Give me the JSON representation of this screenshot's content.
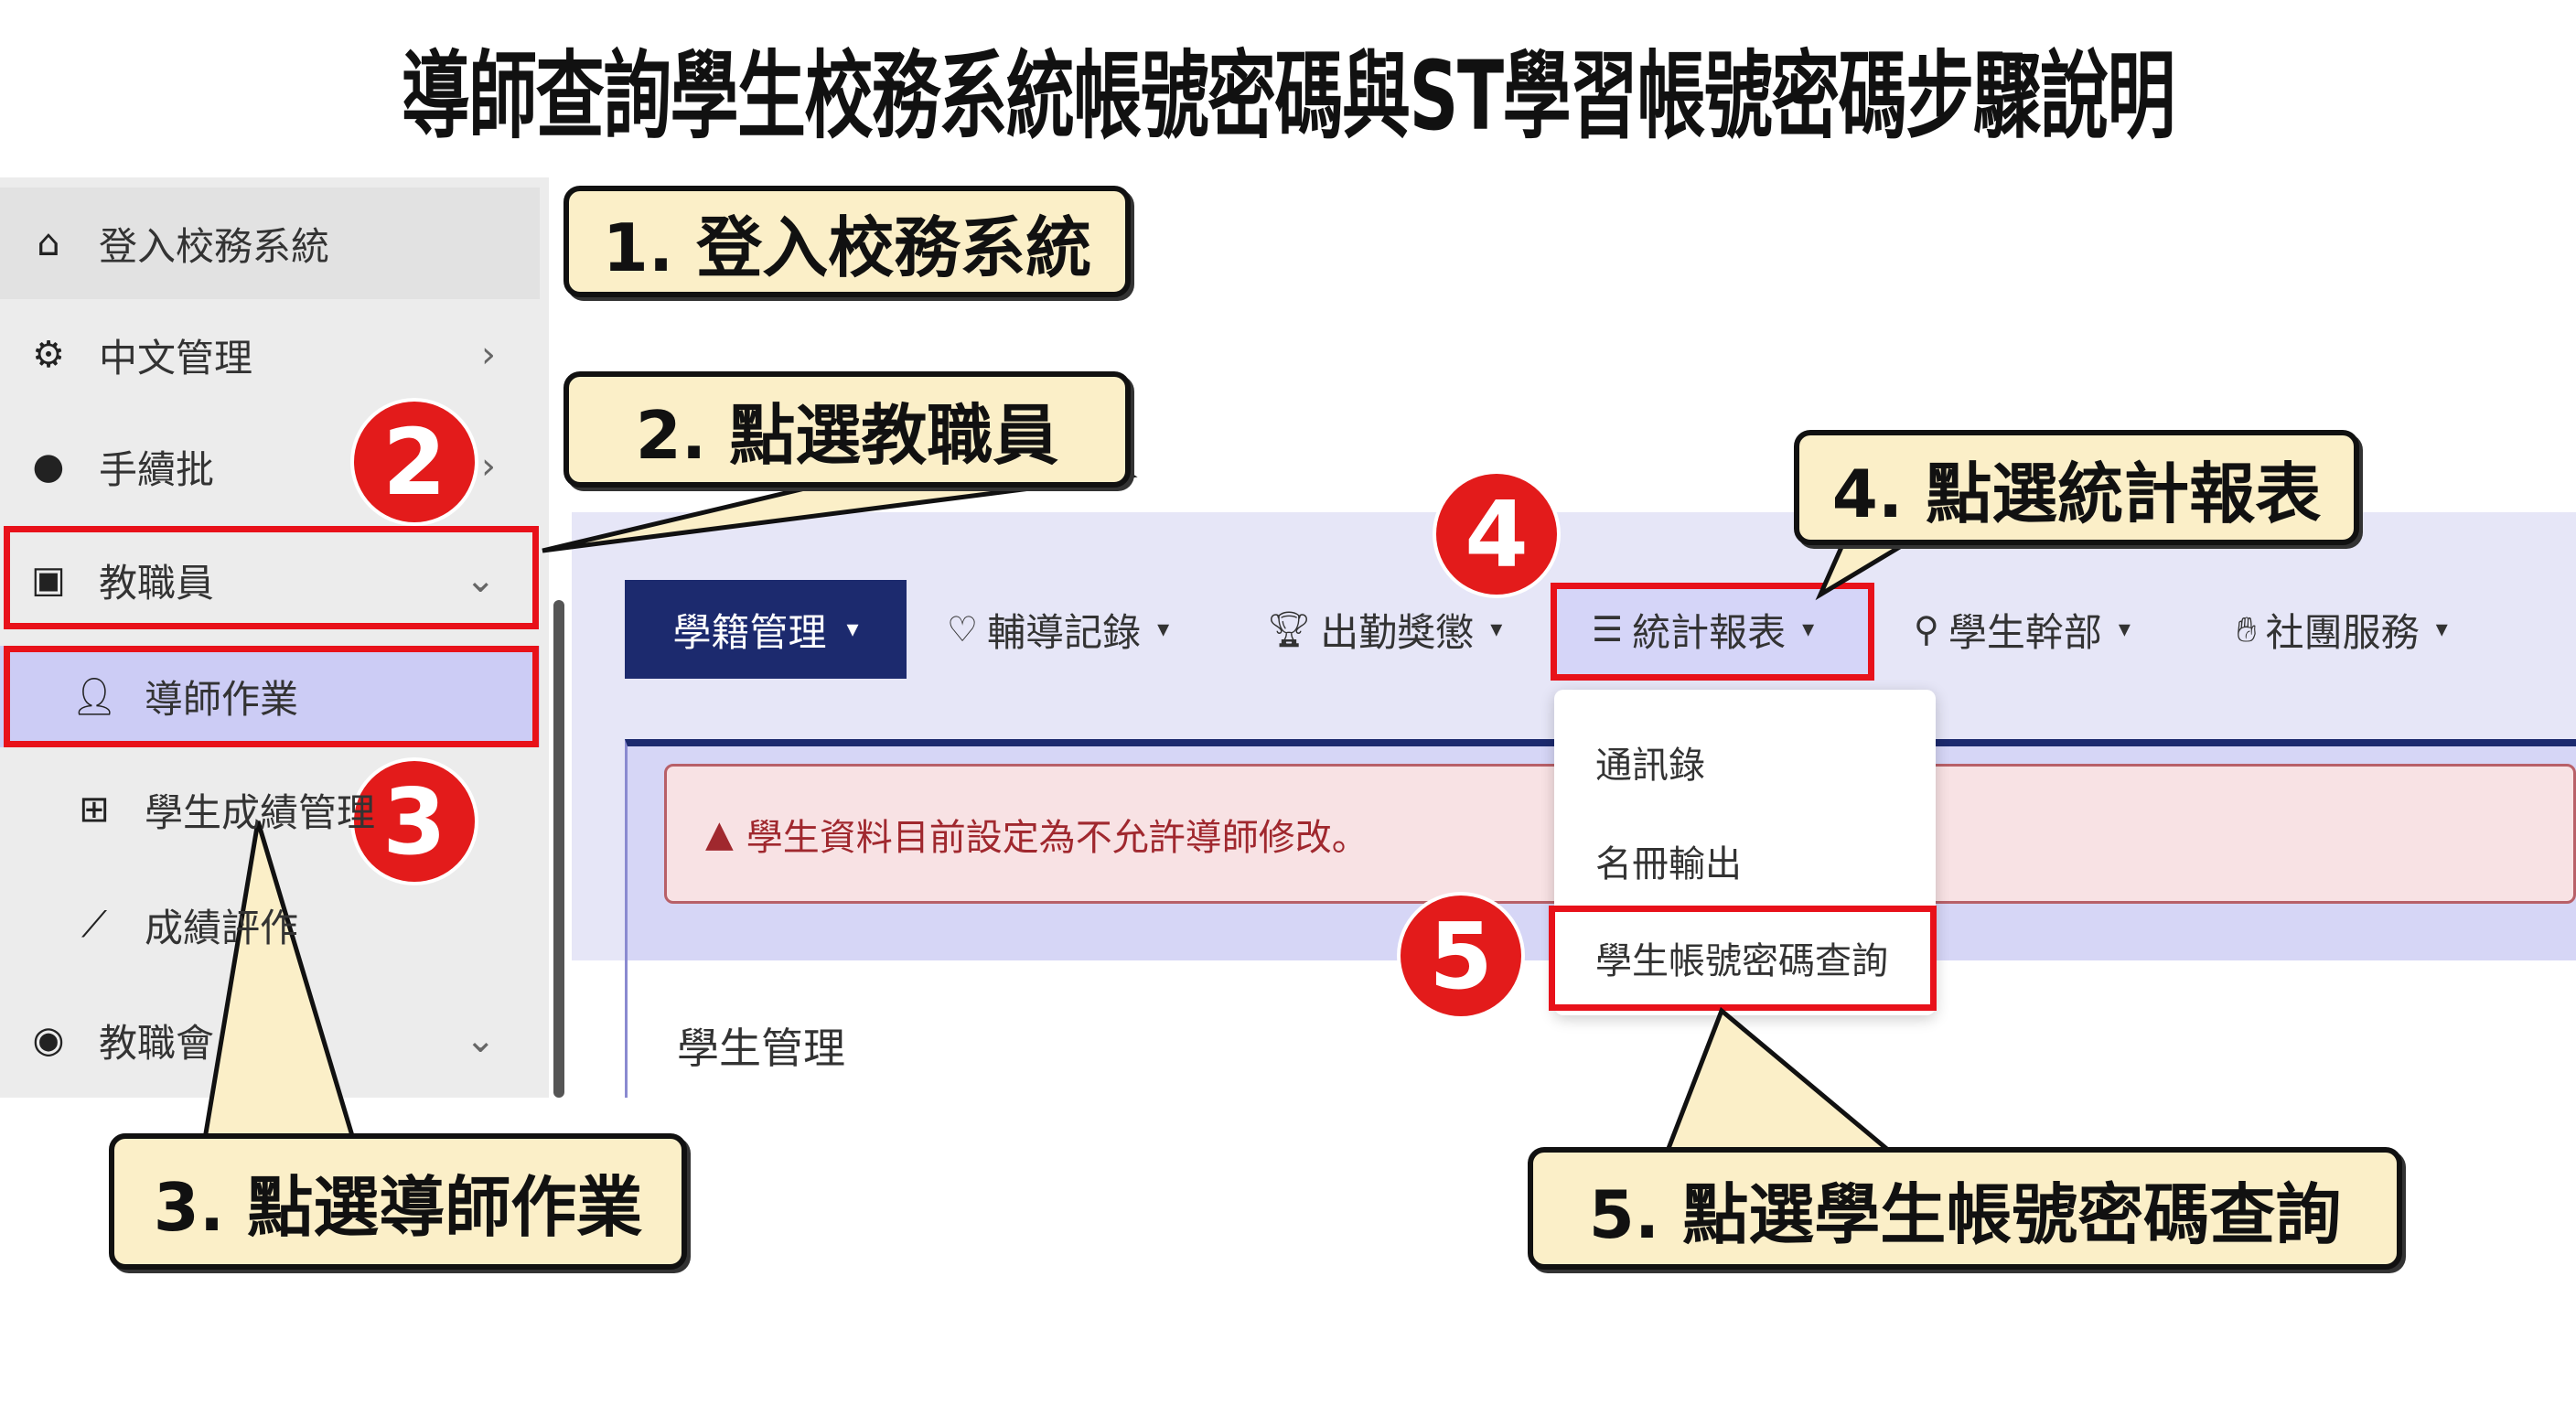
{
  "title": "導師查詢學生校務系統帳號密碼與ST學習帳號密碼步驟說明",
  "sidebar": {
    "items": [
      {
        "label": "登入校務系統",
        "icon": "home-icon"
      },
      {
        "label": "中文管理",
        "icon": "gear-icon",
        "chevron": "›"
      },
      {
        "label": "手續批",
        "icon": "users-icon",
        "chevron": "›"
      },
      {
        "label": "教職員",
        "icon": "contact-card-icon",
        "chevron": "⌄"
      },
      {
        "label": "導師作業",
        "icon": "user-icon"
      },
      {
        "label": "學生成績管理",
        "icon": "table-icon"
      },
      {
        "label": "成績評作",
        "icon": "chart-line-icon"
      },
      {
        "label": "教職會",
        "icon": "globe-icon",
        "chevron": "⌄"
      }
    ]
  },
  "nav": {
    "items": [
      {
        "label": "學籍管理",
        "icon": ""
      },
      {
        "label": "輔導記錄",
        "icon": "heart-icon"
      },
      {
        "label": "出勤獎懲",
        "icon": "trophy-icon"
      },
      {
        "label": "統計報表",
        "icon": "list-chart-icon"
      },
      {
        "label": "學生幹部",
        "icon": "person-icon"
      },
      {
        "label": "社團服務",
        "icon": "handshake-icon"
      }
    ],
    "caret": "▾"
  },
  "alert": {
    "icon": "▲",
    "text": "學生資料目前設定為不允許導師修改。"
  },
  "dropdown": {
    "items": [
      "通訊錄",
      "名冊輸出",
      "學生帳號密碼查詢"
    ]
  },
  "section_title": "學生管理",
  "callouts": [
    "1. 登入校務系統",
    "2. 點選教職員",
    "3. 點選導師作業",
    "4. 點選統計報表",
    "5. 點選學生帳號密碼查詢"
  ],
  "step_numbers": [
    "2",
    "3",
    "4",
    "5"
  ],
  "colors": {
    "highlight": "#e8111a",
    "navy": "#1c2a6e",
    "callout": "#fbefc8",
    "selected": "#ccccf5"
  }
}
